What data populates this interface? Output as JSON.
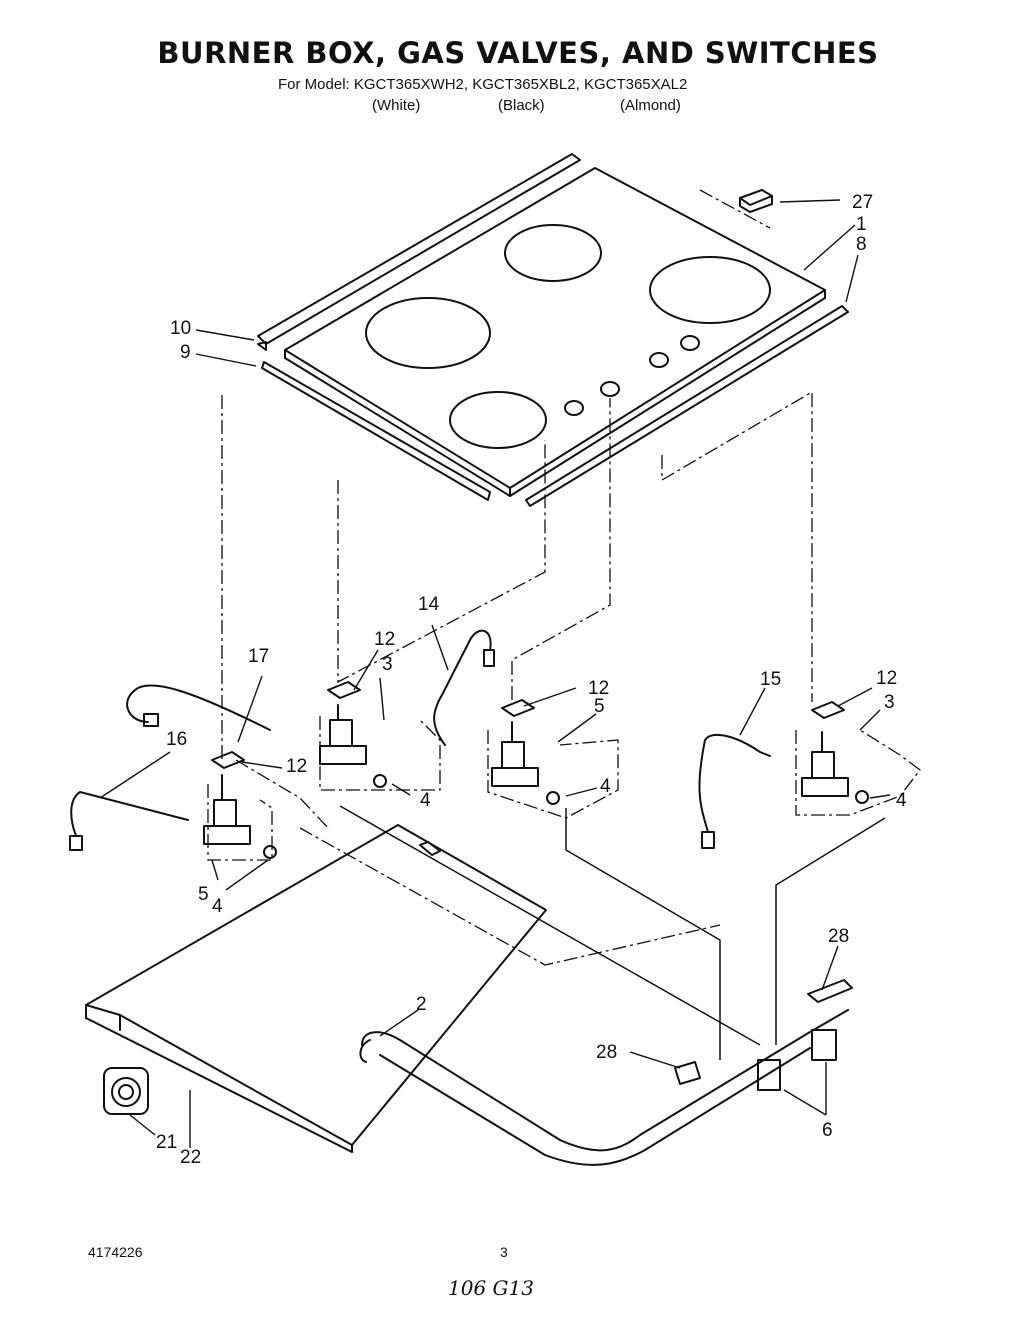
{
  "header": {
    "title": "BURNER BOX, GAS VALVES, AND SWITCHES",
    "model_line": "For Model: KGCT365XWH2, KGCT365XBL2, KGCT365XAL2",
    "variants": [
      "(White)",
      "(Black)",
      "(Almond)"
    ]
  },
  "diagram": {
    "callouts": [
      "27",
      "1",
      "8",
      "10",
      "9",
      "14",
      "12",
      "3",
      "17",
      "16",
      "12",
      "5",
      "4",
      "15",
      "12",
      "3",
      "4",
      "12",
      "4",
      "5",
      "4",
      "2",
      "28",
      "28",
      "6",
      "21",
      "22"
    ]
  },
  "footer": {
    "part_number": "4174226",
    "page_number": "3",
    "handwritten_note": "106 G13"
  }
}
